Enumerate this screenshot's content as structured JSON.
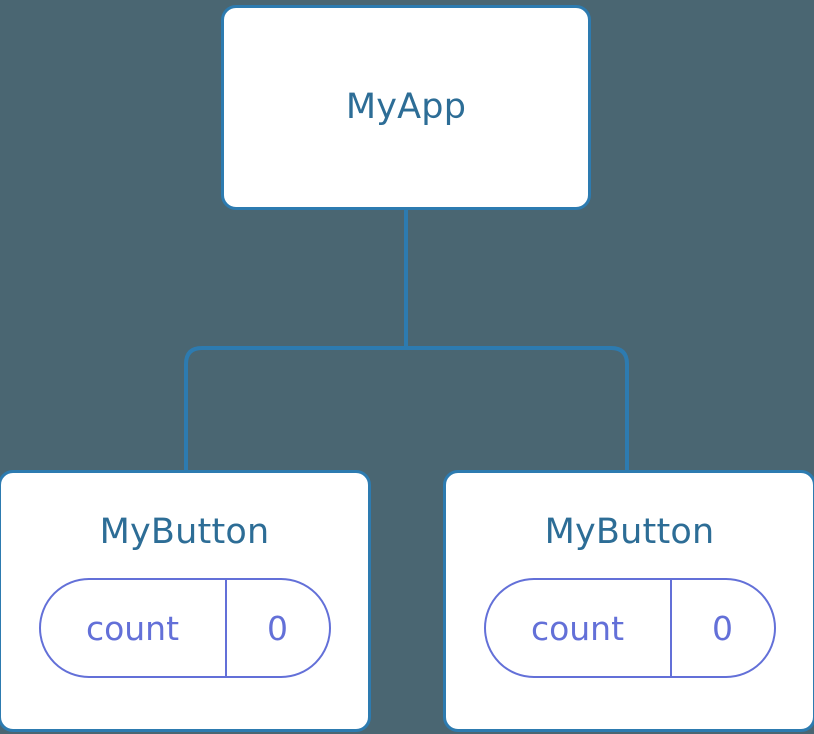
{
  "diagram": {
    "background_color": "#4a6672",
    "node_border_color": "#2d7bb0",
    "node_text_color": "#2d6d96",
    "edge_color": "#2d7bb0",
    "state_color": "#6370d8"
  },
  "root": {
    "label": "MyApp"
  },
  "children": [
    {
      "label": "MyButton",
      "state": {
        "key": "count",
        "value": "0"
      }
    },
    {
      "label": "MyButton",
      "state": {
        "key": "count",
        "value": "0"
      }
    }
  ]
}
